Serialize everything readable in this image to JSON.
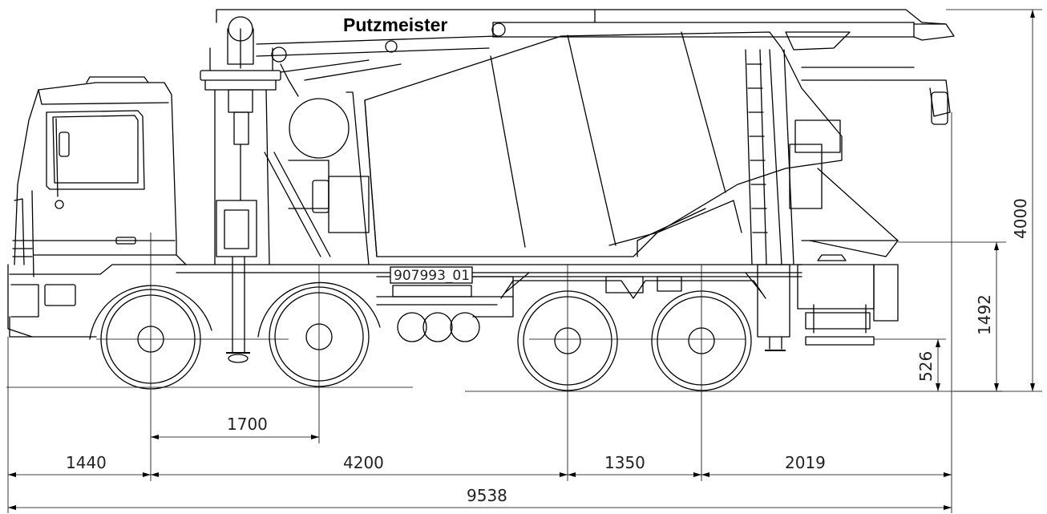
{
  "brand": "Putzmeister",
  "plate_id": "907993_01",
  "dimensions": {
    "front_overhang": "1440",
    "axle_1_2": "1700",
    "wheelbase": "4200",
    "rear_axle_spacing": "1350",
    "rear_overhang": "2019",
    "overall_length": "9538",
    "total_height": "4000",
    "hopper_height": "1492",
    "step_height": "526"
  }
}
